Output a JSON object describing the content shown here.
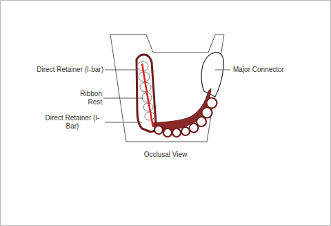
{
  "diagram": {
    "caption": "Occlusal View",
    "labels": [
      "Direct Retainer (I-bar)",
      "Ribbon Rest",
      "Direct Retainer (I-Bar)",
      "Major Connector"
    ]
  }
}
